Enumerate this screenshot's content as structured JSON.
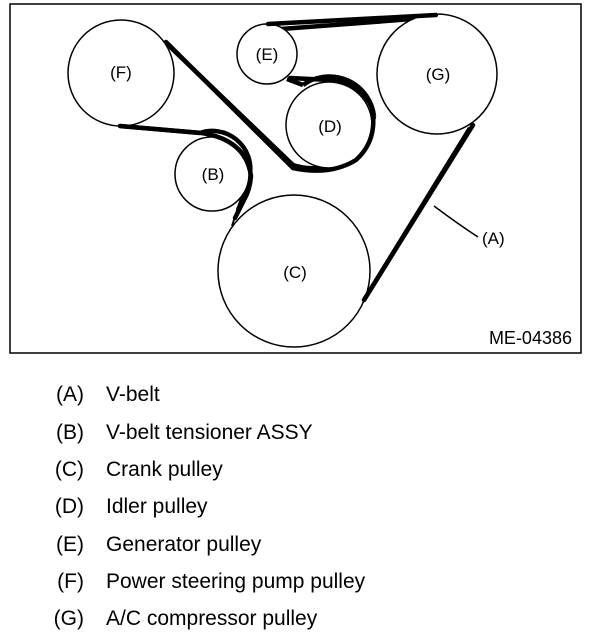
{
  "figure": {
    "id": "ME-04386",
    "pulleys": [
      {
        "key": "F",
        "label": "(F)"
      },
      {
        "key": "E",
        "label": "(E)"
      },
      {
        "key": "G",
        "label": "(G)"
      },
      {
        "key": "D",
        "label": "(D)"
      },
      {
        "key": "B",
        "label": "(B)"
      },
      {
        "key": "C",
        "label": "(C)"
      }
    ],
    "belt_callout": "(A)"
  },
  "legend": [
    {
      "letter": "(A)",
      "text": "V-belt"
    },
    {
      "letter": "(B)",
      "text": "V-belt tensioner ASSY"
    },
    {
      "letter": "(C)",
      "text": "Crank pulley"
    },
    {
      "letter": "(D)",
      "text": "Idler pulley"
    },
    {
      "letter": "(E)",
      "text": "Generator pulley"
    },
    {
      "letter": "(F)",
      "text": "Power steering pump pulley"
    },
    {
      "letter": "(G)",
      "text": "A/C compressor pulley"
    }
  ],
  "colors": {
    "line": "#000000",
    "background": "#ffffff"
  }
}
